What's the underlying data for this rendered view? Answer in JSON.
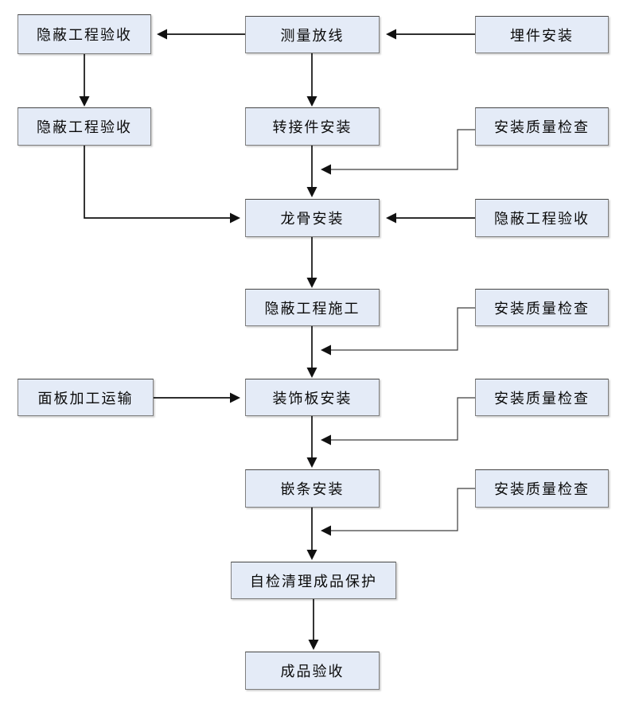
{
  "diagram_type": "flowchart",
  "colors": {
    "node_fill": "#e4ebf7",
    "node_border": "#7f7f7f",
    "arrow": "#111111",
    "arrow_thin": "#3d3d3d"
  },
  "nodes": [
    {
      "id": "hidden-acceptance-1",
      "label": "隐蔽工程验收"
    },
    {
      "id": "measure-layout",
      "label": "测量放线"
    },
    {
      "id": "embed-install",
      "label": "埋件安装"
    },
    {
      "id": "hidden-acceptance-2",
      "label": "隐蔽工程验收"
    },
    {
      "id": "adapter-install",
      "label": "转接件安装"
    },
    {
      "id": "quality-check-1",
      "label": "安装质量检查"
    },
    {
      "id": "keel-install",
      "label": "龙骨安装"
    },
    {
      "id": "hidden-acceptance-3",
      "label": "隐蔽工程验收"
    },
    {
      "id": "hidden-construction",
      "label": "隐蔽工程施工"
    },
    {
      "id": "quality-check-2",
      "label": "安装质量检查"
    },
    {
      "id": "panel-transport",
      "label": "面板加工运输"
    },
    {
      "id": "decorative-install",
      "label": "装饰板安装"
    },
    {
      "id": "quality-check-3",
      "label": "安装质量检查"
    },
    {
      "id": "strip-install",
      "label": "嵌条安装"
    },
    {
      "id": "quality-check-4",
      "label": "安装质量检查"
    },
    {
      "id": "selfcheck-protect",
      "label": "自检清理成品保护"
    },
    {
      "id": "final-acceptance",
      "label": "成品验收"
    }
  ],
  "edges": [
    {
      "from": "measure-layout",
      "to": "hidden-acceptance-1"
    },
    {
      "from": "embed-install",
      "to": "measure-layout"
    },
    {
      "from": "hidden-acceptance-1",
      "to": "hidden-acceptance-2"
    },
    {
      "from": "measure-layout",
      "to": "adapter-install"
    },
    {
      "from": "adapter-install",
      "to": "keel-install"
    },
    {
      "from": "quality-check-1",
      "to": "keel-install"
    },
    {
      "from": "hidden-acceptance-2",
      "to": "keel-install"
    },
    {
      "from": "hidden-acceptance-3",
      "to": "keel-install"
    },
    {
      "from": "keel-install",
      "to": "hidden-construction"
    },
    {
      "from": "hidden-construction",
      "to": "decorative-install"
    },
    {
      "from": "quality-check-2",
      "to": "decorative-install"
    },
    {
      "from": "panel-transport",
      "to": "decorative-install"
    },
    {
      "from": "decorative-install",
      "to": "strip-install"
    },
    {
      "from": "quality-check-3",
      "to": "strip-install"
    },
    {
      "from": "strip-install",
      "to": "selfcheck-protect"
    },
    {
      "from": "quality-check-4",
      "to": "selfcheck-protect"
    },
    {
      "from": "selfcheck-protect",
      "to": "final-acceptance"
    }
  ]
}
